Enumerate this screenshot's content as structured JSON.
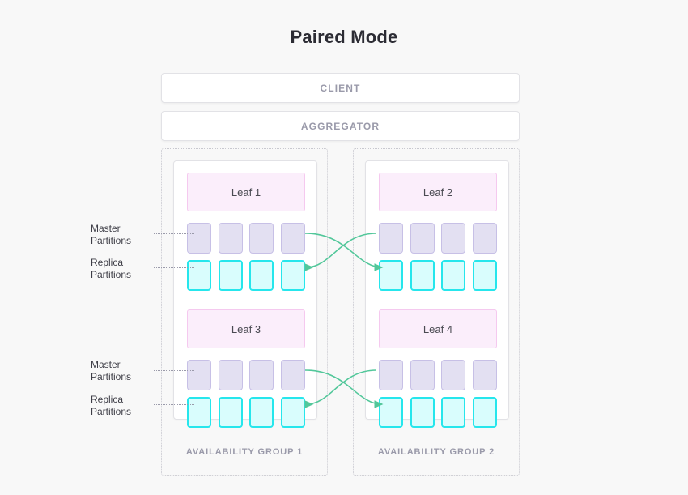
{
  "title": "Paired Mode",
  "top_nodes": [
    {
      "label": "CLIENT",
      "name": "client-box"
    },
    {
      "label": "AGGREGATOR",
      "name": "aggregator-box"
    }
  ],
  "availability_groups": [
    {
      "label": "AVAILABILITY GROUP 1",
      "leaves": [
        {
          "label": "Leaf 1",
          "master_count": 4,
          "replica_count": 4
        },
        {
          "label": "Leaf 3",
          "master_count": 4,
          "replica_count": 4
        }
      ]
    },
    {
      "label": "AVAILABILITY GROUP 2",
      "leaves": [
        {
          "label": "Leaf 2",
          "master_count": 4,
          "replica_count": 4
        },
        {
          "label": "Leaf 4",
          "master_count": 4,
          "replica_count": 4
        }
      ]
    }
  ],
  "annotations": {
    "master_label_line1": "Master",
    "master_label_line2": "Partitions",
    "replica_label_line1": "Replica",
    "replica_label_line2": "Partitions"
  },
  "colors": {
    "background": "#f8f8f8",
    "title_text": "#2c2c34",
    "box_border": "#e2e2e6",
    "box_text": "#9a9aaa",
    "group_border": "#c8c8cf",
    "leaf_fill": "#fbeefb",
    "leaf_border": "#f5c9ef",
    "leaf_text": "#4a4a52",
    "master_fill": "#e3e0f2",
    "master_border": "#c7c0e6",
    "replica_fill": "#d9fdfd",
    "replica_border": "#26e6ec",
    "connector": "#52c79a",
    "leader_line": "#9a9aaa"
  }
}
